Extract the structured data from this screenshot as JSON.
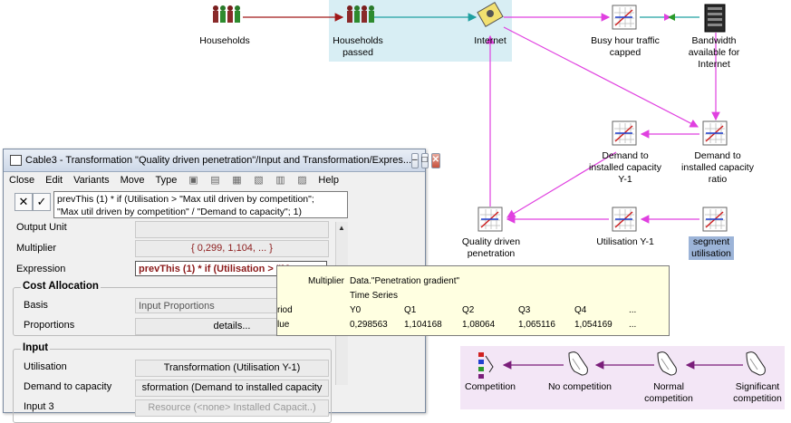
{
  "diagram": {
    "nodes": {
      "households": "Households",
      "households_passed": "Households\npassed",
      "internet": "Internet",
      "busy_hour": "Busy hour traffic\ncapped",
      "bandwidth": "Bandwidth\navailable for\nInternet",
      "demand_y1": "Demand to\ninstalled capacity\nY-1",
      "demand_ratio": "Demand to\ninstalled capacity\nratio",
      "quality": "Quality driven\npenetration",
      "utilisation_y1": "Utilisation Y-1",
      "segment_util": "segment\nutilisation",
      "competition": "Competition",
      "no_competition": "No competition",
      "normal_competition": "Normal\ncompetition",
      "significant_competition": "Significant\ncompetition"
    },
    "colors": {
      "link_magenta": "#e040e0",
      "link_teal": "#1fa0a0",
      "link_darkred": "#a01818",
      "link_purple": "#7a1e7a",
      "shade_blue": "#d8eef4",
      "shade_purple": "#f3e6f6",
      "selected_label_bg": "#9cb4d8"
    }
  },
  "dialog": {
    "title": "Cable3 - Transformation \"Quality driven penetration\"/Input and Transformation/Expres...",
    "menu": [
      "Close",
      "Edit",
      "Variants",
      "Move",
      "Type",
      "Help"
    ],
    "cancel_icon": "✕",
    "accept_icon": "✓",
    "expression_text_line1": "prevThis (1) * if (Utilisation > \"Max util driven by competition\";",
    "expression_text_line2": "\"Max util driven by competition\" / \"Demand to capacity\"; 1)",
    "fields": {
      "output_unit_label": "Output Unit",
      "output_unit_value": "",
      "multiplier_label": "Multiplier",
      "multiplier_value": "{ 0,299, 1,104, ... }",
      "expression_label": "Expression",
      "expression_value": "prevThis (1) * if (Utilisation > \"Ma"
    },
    "cost_allocation": {
      "title": "Cost Allocation",
      "basis_label": "Basis",
      "basis_value": "Input Proportions",
      "proportions_label": "Proportions",
      "proportions_value": "details..."
    },
    "input": {
      "title": "Input",
      "utilisation_label": "Utilisation",
      "utilisation_value": "Transformation (Utilisation Y-1)",
      "demand_label": "Demand to capacity",
      "demand_value": "sformation (Demand to installed capacity",
      "input3_label": "Input 3",
      "input3_value": "Resource (<none> Installed Capacit..)"
    }
  },
  "tooltip": {
    "multiplier_label": "Multiplier",
    "multiplier_value": "Data.\"Penetration gradient\"",
    "series_type": "Time Series",
    "row1_label": "riod",
    "row2_label": "lue",
    "headers": [
      "Y0",
      "Q1",
      "Q2",
      "Q3",
      "Q4",
      "..."
    ],
    "values": [
      "0,298563",
      "1,104168",
      "1,08064",
      "1,065116",
      "1,054169",
      "..."
    ]
  }
}
